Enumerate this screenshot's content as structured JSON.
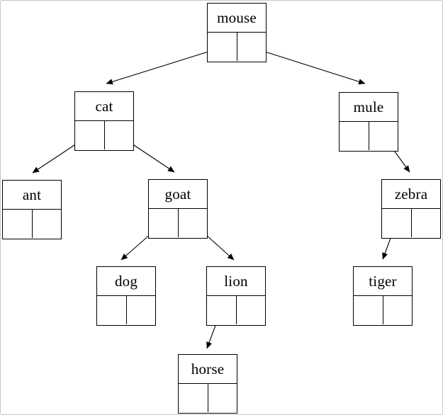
{
  "tree": {
    "diagram_type": "binary-search-tree-with-pointer-cells",
    "root": "mouse",
    "nodes": [
      {
        "label": "mouse",
        "left_child": "cat",
        "right_child": "mule"
      },
      {
        "label": "cat",
        "left_child": "ant",
        "right_child": "goat"
      },
      {
        "label": "mule",
        "left_child": null,
        "right_child": "zebra"
      },
      {
        "label": "ant",
        "left_child": null,
        "right_child": null
      },
      {
        "label": "goat",
        "left_child": "dog",
        "right_child": "lion"
      },
      {
        "label": "zebra",
        "left_child": "tiger",
        "right_child": null
      },
      {
        "label": "dog",
        "left_child": null,
        "right_child": null
      },
      {
        "label": "lion",
        "left_child": "horse",
        "right_child": null
      },
      {
        "label": "tiger",
        "left_child": null,
        "right_child": null
      },
      {
        "label": "horse",
        "left_child": null,
        "right_child": null
      }
    ],
    "edges": [
      {
        "from": "mouse",
        "pointer": "left",
        "to": "cat"
      },
      {
        "from": "mouse",
        "pointer": "right",
        "to": "mule"
      },
      {
        "from": "cat",
        "pointer": "left",
        "to": "ant"
      },
      {
        "from": "cat",
        "pointer": "right",
        "to": "goat"
      },
      {
        "from": "mule",
        "pointer": "right",
        "to": "zebra"
      },
      {
        "from": "goat",
        "pointer": "left",
        "to": "dog"
      },
      {
        "from": "goat",
        "pointer": "right",
        "to": "lion"
      },
      {
        "from": "zebra",
        "pointer": "left",
        "to": "tiger"
      },
      {
        "from": "lion",
        "pointer": "left",
        "to": "horse"
      }
    ],
    "colors": {
      "node_border": "#000000",
      "node_fill": "#ffffff",
      "label_text": "#000000",
      "arrow": "#000000",
      "canvas_background": "#ffffff",
      "frame_border": "#c6c6c6"
    }
  }
}
